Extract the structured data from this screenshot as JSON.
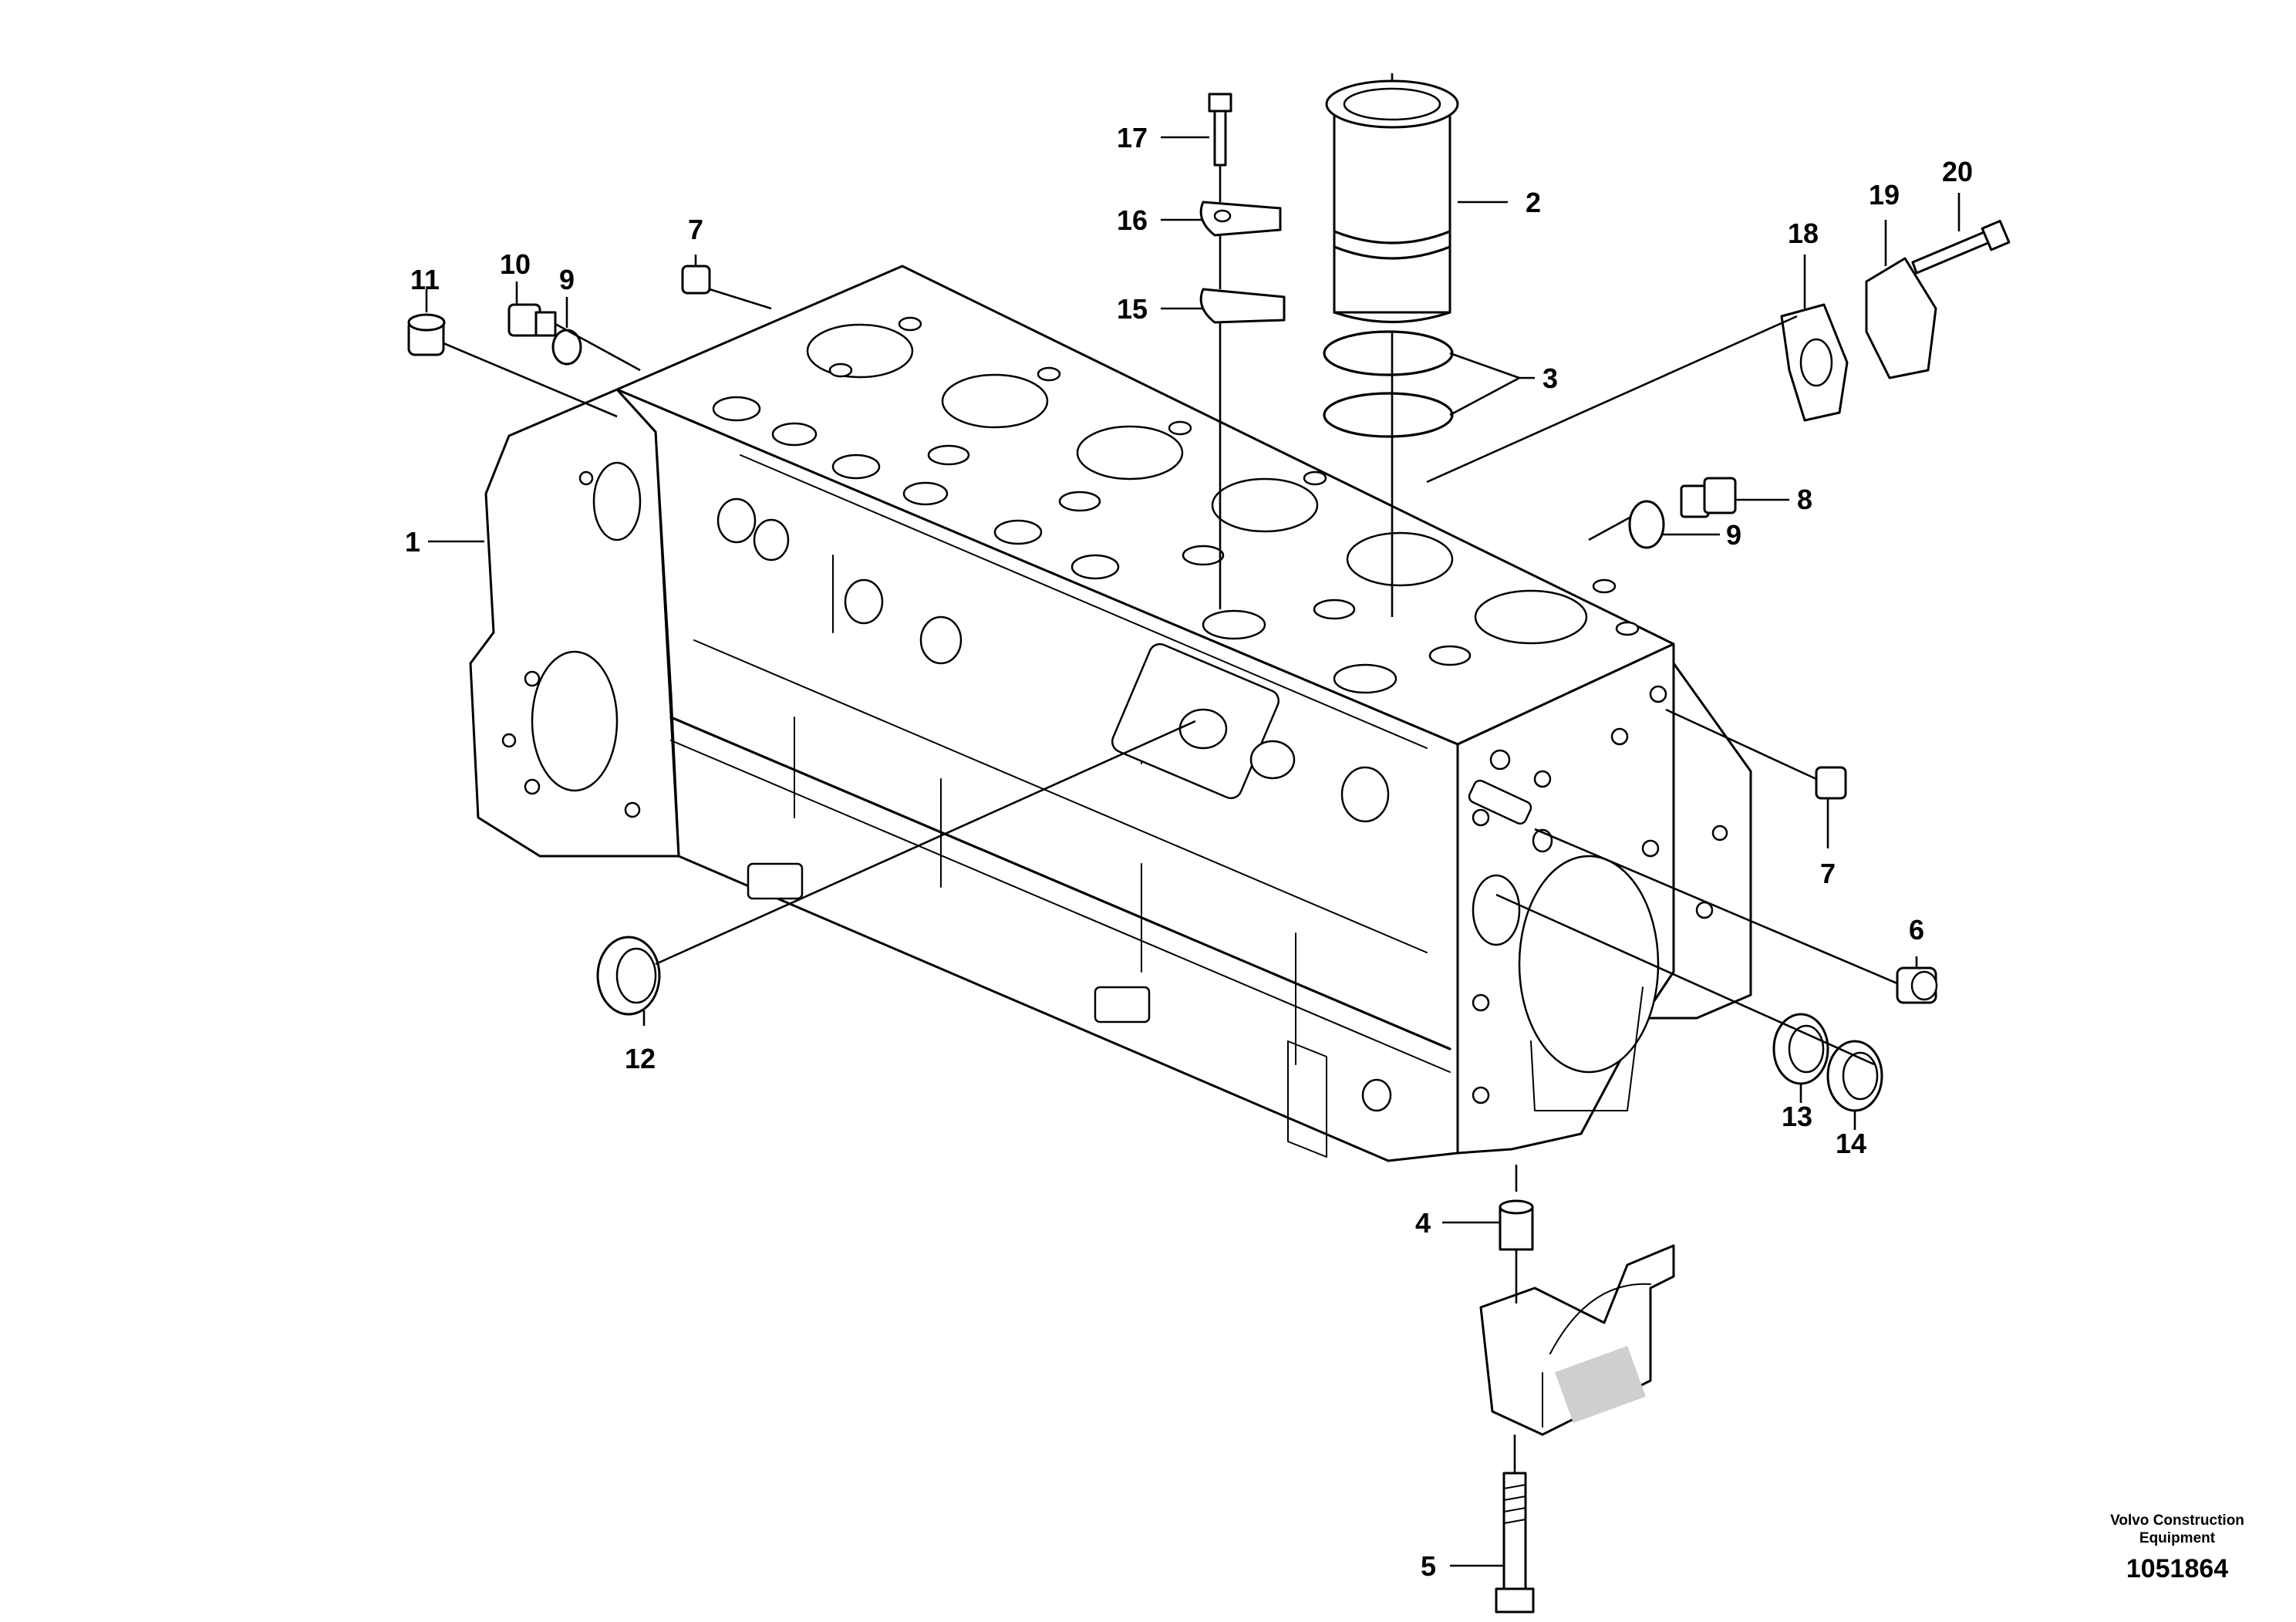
{
  "callouts": {
    "c1": "1",
    "c2": "2",
    "c3": "3",
    "c4": "4",
    "c5": "5",
    "c6": "6",
    "c7a": "7",
    "c7b": "7",
    "c8": "8",
    "c9a": "9",
    "c9b": "9",
    "c10": "10",
    "c11": "11",
    "c12": "12",
    "c13": "13",
    "c14": "14",
    "c15": "15",
    "c16": "16",
    "c17": "17",
    "c18": "18",
    "c19": "19",
    "c20": "20"
  },
  "footer": {
    "brand_line1": "Volvo Construction",
    "brand_line2": "Equipment",
    "drawing_number": "1051864"
  }
}
